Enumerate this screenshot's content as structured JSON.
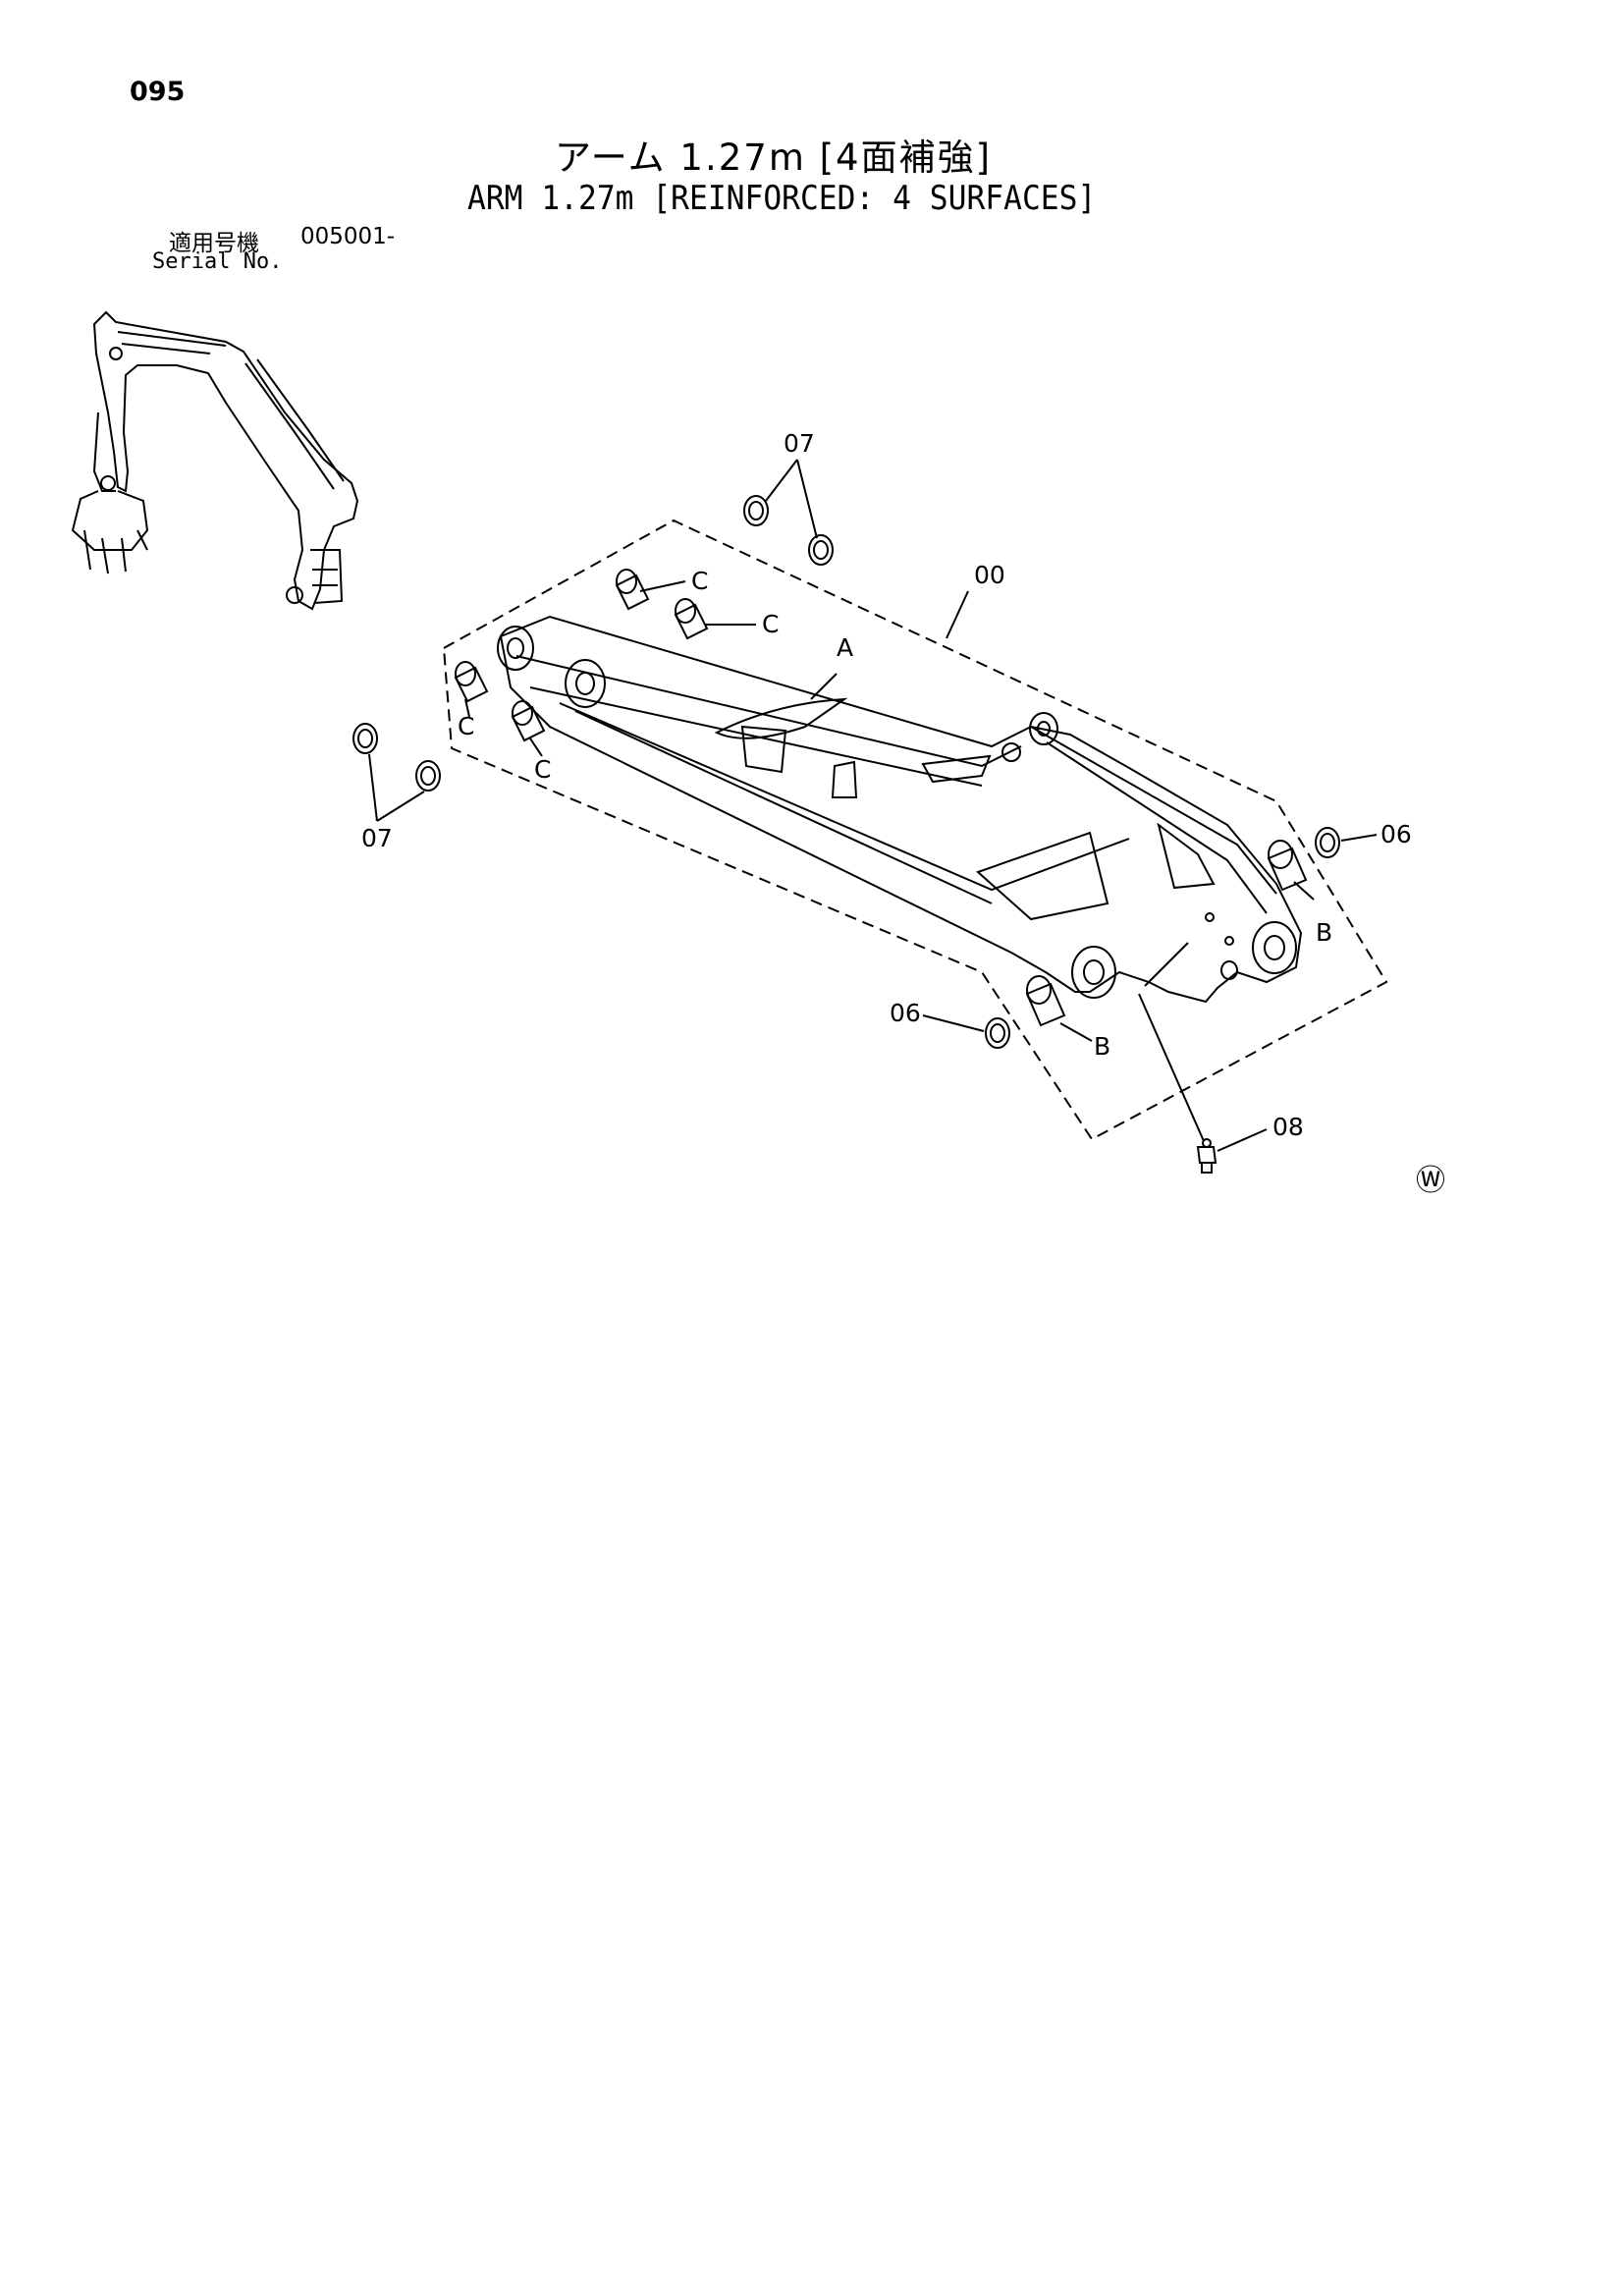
{
  "header": {
    "page_number": "095",
    "title_jp": "アーム 1.27m [4面補強]",
    "title_en": "ARM 1.27m [REINFORCED: 4 SURFACES]"
  },
  "serial": {
    "label_jp": "適用号機",
    "value": "005001-",
    "label_en": "Serial No."
  },
  "callouts": {
    "part_00": "00",
    "part_06_right": "06",
    "part_06_left": "06",
    "part_07_top": "07",
    "part_07_left": "07",
    "part_08": "08"
  },
  "letters": {
    "a": "A",
    "b_upper": "B",
    "b_lower": "B",
    "c_top1": "C",
    "c_top2": "C",
    "c_left1": "C",
    "c_left2": "C"
  },
  "marks": {
    "watermark": "Ⓦ"
  }
}
